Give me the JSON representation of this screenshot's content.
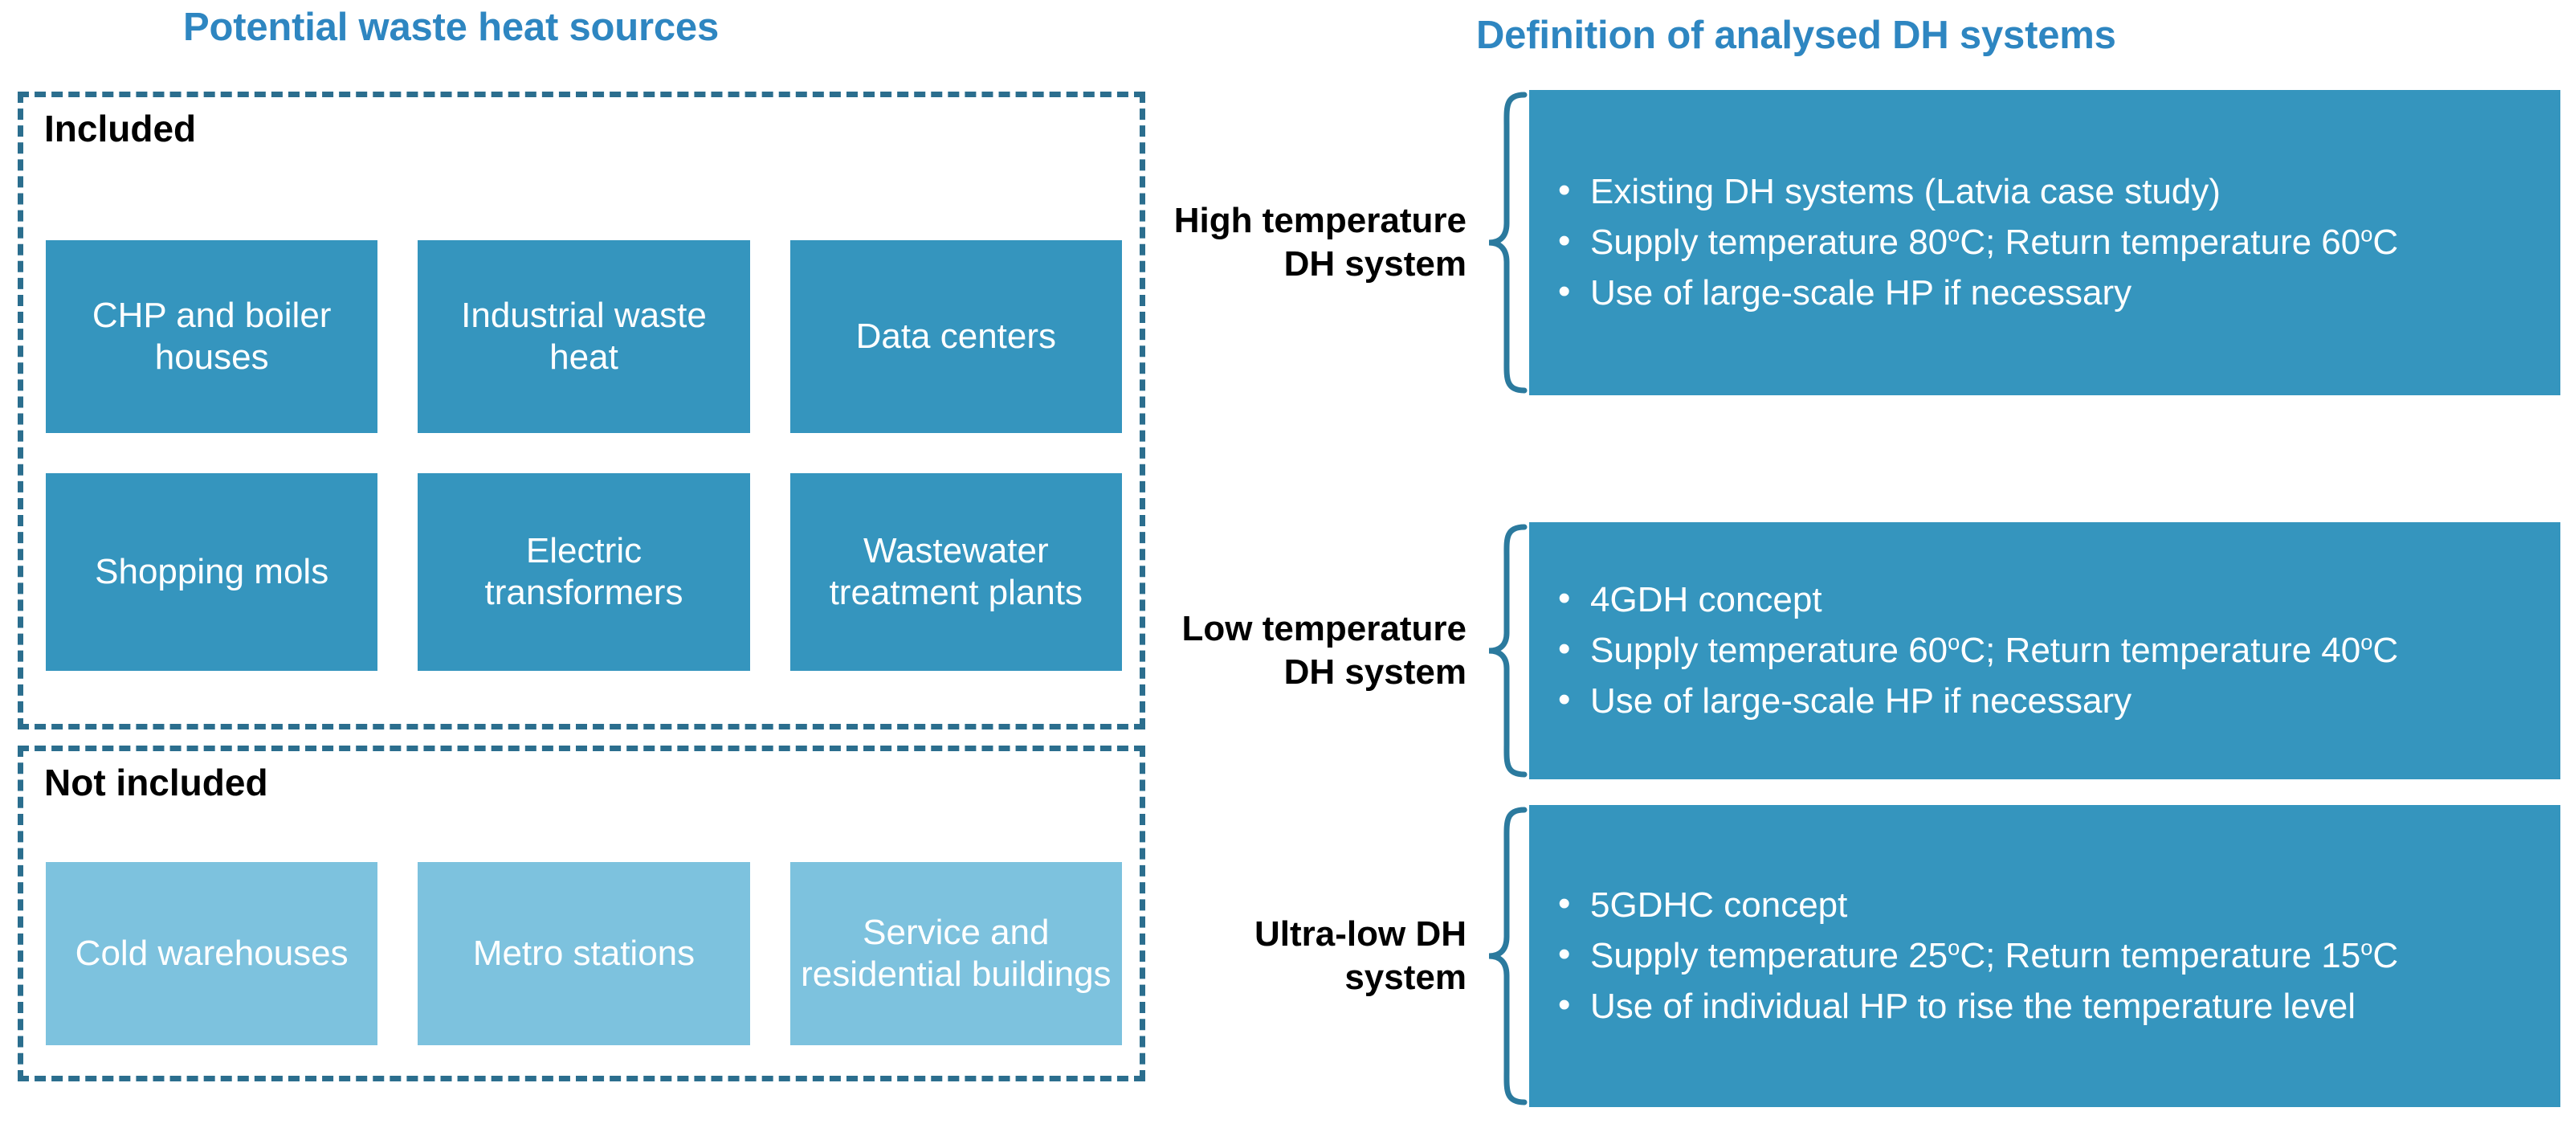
{
  "left_panel": {
    "title": "Potential waste heat sources",
    "groups": [
      {
        "label": "Included",
        "style": "dark",
        "rows": [
          [
            "CHP and boiler houses",
            "Industrial waste heat",
            "Data centers"
          ],
          [
            "Shopping mols",
            "Electric transformers",
            "Wastewater treatment plants"
          ]
        ]
      },
      {
        "label": "Not included",
        "style": "light",
        "rows": [
          [
            "Cold warehouses",
            "Metro stations",
            "Service and residential buildings"
          ]
        ]
      }
    ]
  },
  "right_panel": {
    "title": "Definition of analysed DH systems",
    "systems": [
      {
        "label": "High temperature DH system",
        "bullets": [
          {
            "pre": "Existing DH systems (Latvia case study)",
            "sup": "",
            "post": ""
          },
          {
            "pre": "Supply temperature 80",
            "sup": "o",
            "mid": "C; Return temperature 60",
            "sup2": "o",
            "post": "C"
          },
          {
            "pre": "Use of large-scale HP if necessary",
            "sup": "",
            "post": ""
          }
        ]
      },
      {
        "label": "Low temperature DH system",
        "bullets": [
          {
            "pre": "4GDH concept",
            "sup": "",
            "post": ""
          },
          {
            "pre": "Supply temperature 60",
            "sup": "o",
            "mid": "C; Return temperature 40",
            "sup2": "o",
            "post": "C"
          },
          {
            "pre": "Use of large-scale HP if necessary",
            "sup": "",
            "post": ""
          }
        ]
      },
      {
        "label": "Ultra-low DH system",
        "bullets": [
          {
            "pre": "5GDHC concept",
            "sup": "",
            "post": ""
          },
          {
            "pre": "Supply temperature 25",
            "sup": "o",
            "mid": "C; Return temperature 15",
            "sup2": "o",
            "post": "C"
          },
          {
            "pre": "Use of individual HP to rise the temperature level",
            "sup": "",
            "post": ""
          }
        ]
      }
    ]
  },
  "colors": {
    "heading_blue": "#2E86C1",
    "tile_dark": "#3595BE",
    "tile_light": "#7DC2DE",
    "dashed_border": "#2B6E8E",
    "brace": "#2B7A9E"
  },
  "icons": {
    "brace": "curly-brace-icon",
    "bullet": "bullet-dot-icon"
  }
}
